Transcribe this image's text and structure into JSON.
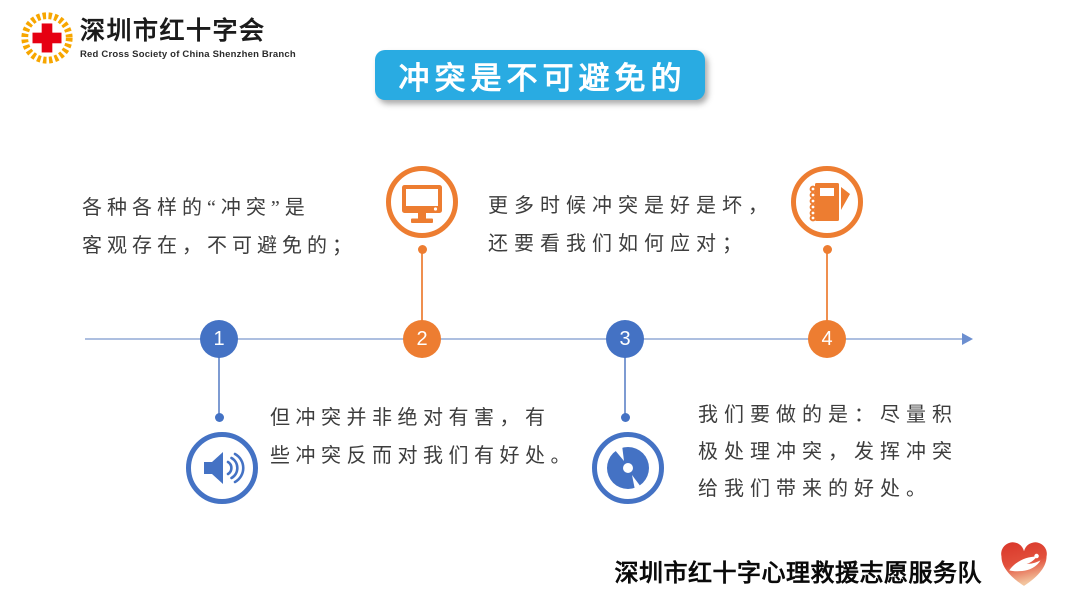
{
  "brand": {
    "name_cn": "深圳市红十字会",
    "name_en": "Red Cross Society of China Shenzhen Branch",
    "cross_color": "#e60012",
    "wreath_color": "#f7a600"
  },
  "title": {
    "label": "冲突是不可避免的",
    "bg_color": "#29abe2",
    "text_color": "#ffffff"
  },
  "timeline": {
    "colors": {
      "blue": "#4472c4",
      "orange": "#ed7d31",
      "axis_line": "#adbfe0"
    },
    "steps": [
      {
        "number": "1",
        "color": "#4472c4",
        "icon": "speaker-icon",
        "icon_side": "below"
      },
      {
        "number": "2",
        "color": "#ed7d31",
        "icon": "monitor-icon",
        "icon_side": "above"
      },
      {
        "number": "3",
        "color": "#4472c4",
        "icon": "disc-icon",
        "icon_side": "below"
      },
      {
        "number": "4",
        "color": "#ed7d31",
        "icon": "notebook-icon",
        "icon_side": "above"
      }
    ]
  },
  "texts": {
    "block1": {
      "lines": [
        "各种各样的“冲突”是",
        "客观存在，不可避免的；"
      ]
    },
    "block2": {
      "lines": [
        "更多时候冲突是好是坏，",
        "还要看我们如何应对；"
      ]
    },
    "block3": {
      "lines": [
        "但冲突并非绝对有害，有",
        "些冲突反而对我们有好处。"
      ]
    },
    "block4": {
      "lines": [
        "我们要做的是：尽量积",
        "极处理冲突，发挥冲突",
        "给我们带来的好处。"
      ]
    }
  },
  "footer": {
    "team_name": "深圳市红十字心理救援志愿服务队"
  }
}
